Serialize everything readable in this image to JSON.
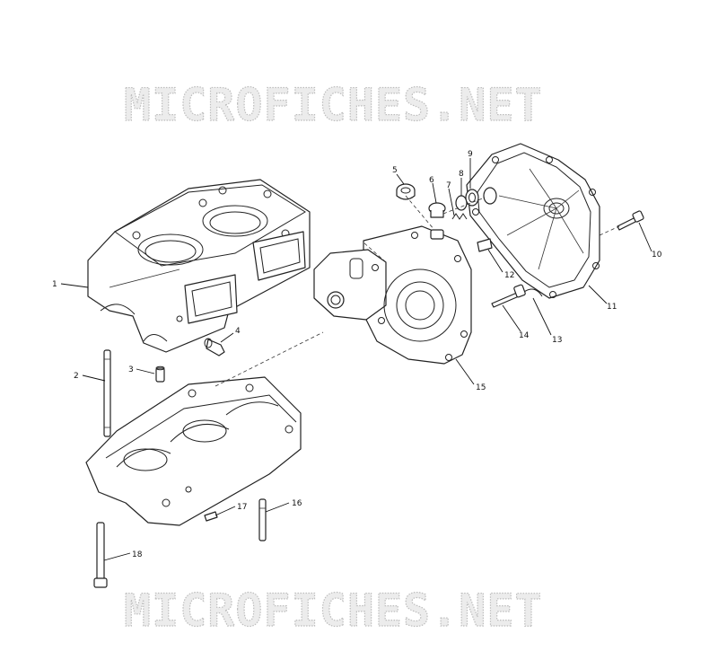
{
  "watermark": {
    "text_top": "MICROFICHES.NET",
    "text_bottom": "MICROFICHES.NET",
    "color": "#bdbdbd"
  },
  "callouts": [
    "1",
    "2",
    "3",
    "4",
    "5",
    "6",
    "7",
    "8",
    "9",
    "10",
    "11",
    "12",
    "13",
    "14",
    "15",
    "16",
    "17",
    "18"
  ],
  "parts": [
    {
      "name": "upper-crankcase-icon"
    },
    {
      "name": "lower-crankcase-icon"
    },
    {
      "name": "pump-housing-icon"
    },
    {
      "name": "cover-icon"
    }
  ]
}
